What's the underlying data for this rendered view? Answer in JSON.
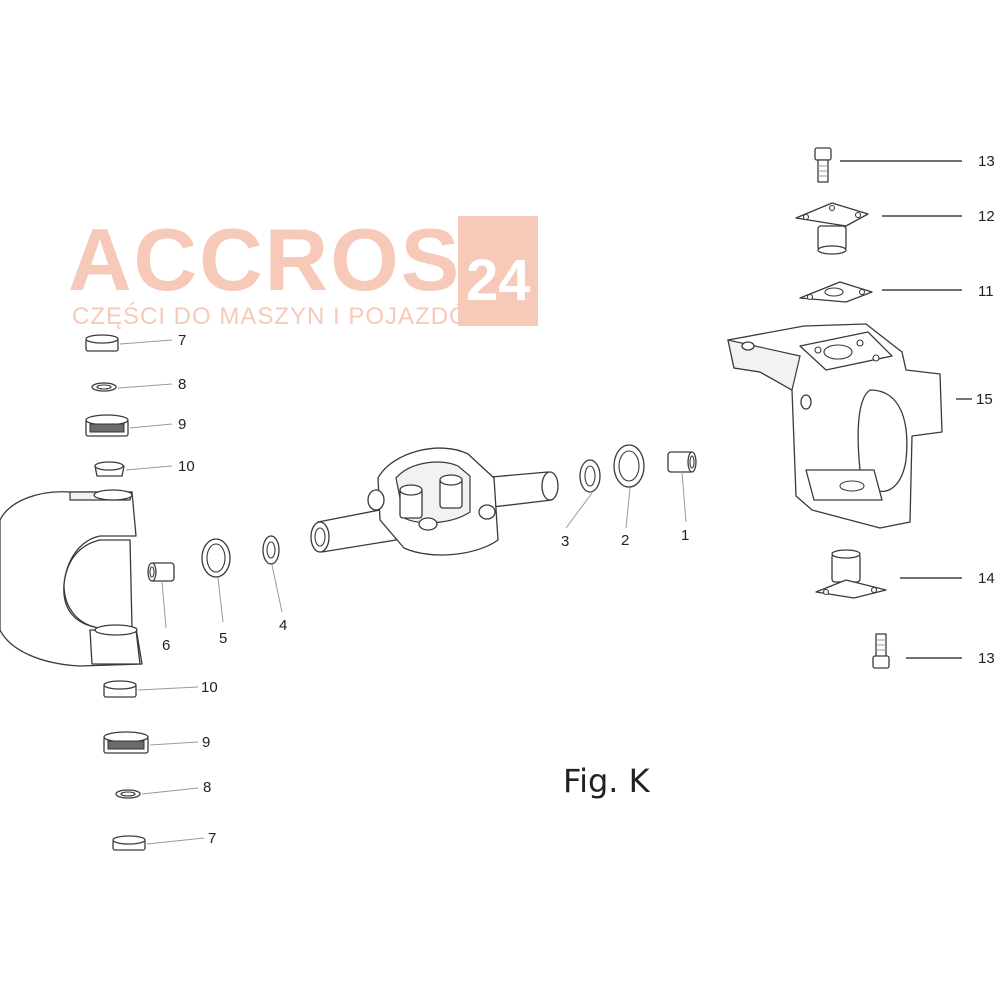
{
  "watermark": {
    "brand": "ACCROS",
    "badge": "24",
    "tagline": "CZĘŚCI DO MASZYN I POJAZDÓW",
    "color": "#f6c9b8"
  },
  "figure": {
    "caption": "Fig. K"
  },
  "callouts": {
    "p1": "1",
    "p2": "2",
    "p3": "3",
    "p4": "4",
    "p5": "5",
    "p6": "6",
    "p7_top": "7",
    "p8_top": "8",
    "p9_top": "9",
    "p10_top": "10",
    "p10_bottom": "10",
    "p9_bottom": "9",
    "p8_bottom": "8",
    "p7_bottom": "7",
    "p11": "11",
    "p12": "12",
    "p13_top": "13",
    "p13_bottom": "13",
    "p14": "14",
    "p15": "15"
  }
}
